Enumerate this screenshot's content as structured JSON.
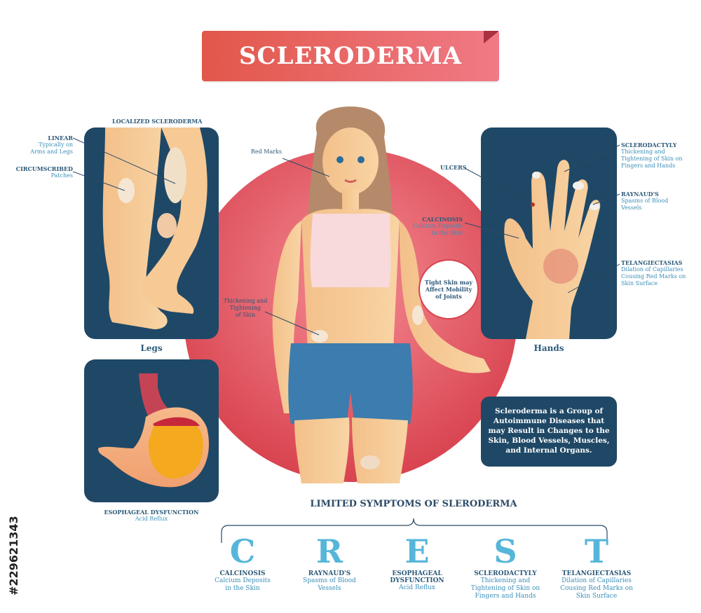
{
  "title": "SCLERODERMA",
  "left": {
    "header": "LOCALIZED SCLERODERMA",
    "linear_title": "LINEAR",
    "linear_desc_1": "Typically on",
    "linear_desc_2": "Arms and Legs",
    "circ_title": "CIRCUMSCRIBED",
    "circ_desc": "Patches",
    "legs_caption": "Legs",
    "eso_title": "ESOPHAGEAL DYSFUNCTION",
    "eso_desc": "Acid Reflux"
  },
  "center": {
    "red_marks": "Red Marks",
    "calcinosis_title": "CALCINOSIS",
    "calcinosis_desc_1": "Calcium Deposits",
    "calcinosis_desc_2": "in the Skin",
    "thickening_1": "Thickening and",
    "thickening_2": "Tightening",
    "thickening_3": "of Skin",
    "tight_1": "Tight Skin may",
    "tight_2": "Affect Mobility",
    "tight_3": "of Joints"
  },
  "right": {
    "ulcers": "ULCERS",
    "sclero_title": "SCLERODACTYLY",
    "sclero_desc_1": "Thickening and",
    "sclero_desc_2": "Tightening of Skin on",
    "sclero_desc_3": "Fingers and Hands",
    "raynaud_title": "RAYNAUD'S",
    "raynaud_desc_1": "Spasms of Blood",
    "raynaud_desc_2": "Vessels",
    "telang_title": "TELANGIECTASIAS",
    "telang_desc_1": "Dilation of Capillaries",
    "telang_desc_2": "Cousing Red Marks on",
    "telang_desc_3": "Skin Surface",
    "hands_caption": "Hands",
    "info_text": "Scleroderma is a Group of Autoimmune Diseases that may Result in Changes to the Skin, Blood Vessels, Muscles, and Internal Organs."
  },
  "crest": {
    "heading": "LIMITED SYMPTOMS OF SLERODERMA",
    "items": [
      {
        "letter": "C",
        "name": "CALCINOSIS",
        "desc_1": "Calcium Deposits",
        "desc_2": "in the Skin",
        "desc_3": ""
      },
      {
        "letter": "R",
        "name": "RAYNAUD'S",
        "desc_1": "Spasms of Blood",
        "desc_2": "Vessels",
        "desc_3": ""
      },
      {
        "letter": "E",
        "name": "ESOPHAGEAL DYSFUNCTION",
        "desc_1": "Acid Reflux",
        "desc_2": "",
        "desc_3": ""
      },
      {
        "letter": "S",
        "name": "SCLERODACTYLY",
        "desc_1": "Thickening and",
        "desc_2": "Tightening of Skin on",
        "desc_3": "Fingers and Hands"
      },
      {
        "letter": "T",
        "name": "TELANGIECTASIAS",
        "desc_1": "Dilation of Capillaries",
        "desc_2": "Cousing Red Marks on",
        "desc_3": "Skin Surface"
      }
    ]
  },
  "watermark": "#229621343",
  "colors": {
    "panel": "#1f4866",
    "accent": "#56b6d9",
    "banner_start": "#e2574a",
    "banner_end": "#f07a86",
    "circle": "#e8505f"
  }
}
